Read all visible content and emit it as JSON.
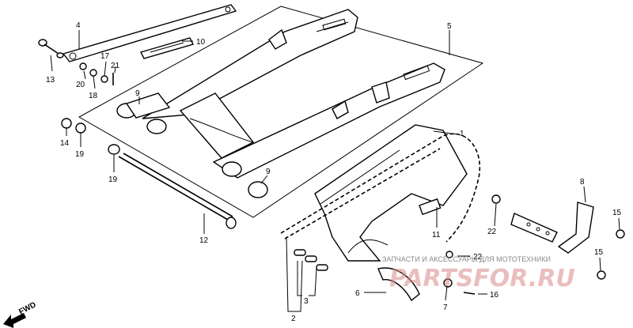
{
  "callouts": {
    "c1": "1",
    "c2": "2",
    "c3": "3",
    "c4": "4",
    "c5": "5",
    "c6": "6",
    "c7": "7",
    "c8": "8",
    "c9a": "9",
    "c9b": "9",
    "c10": "10",
    "c11": "11",
    "c12": "12",
    "c13": "13",
    "c14": "14",
    "c15a": "15",
    "c15b": "15",
    "c16": "16",
    "c17": "17",
    "c18": "18",
    "c19a": "19",
    "c19b": "19",
    "c20": "20",
    "c21": "21",
    "c22a": "22",
    "c22b": "22"
  },
  "direction": {
    "label": "FWD"
  },
  "watermark": {
    "caption": "ЗАПЧАСТИ И АКСЕССУАРЫ ДЛЯ МОТОТЕХНИКИ",
    "brand": "PARTSFOR.RU"
  }
}
